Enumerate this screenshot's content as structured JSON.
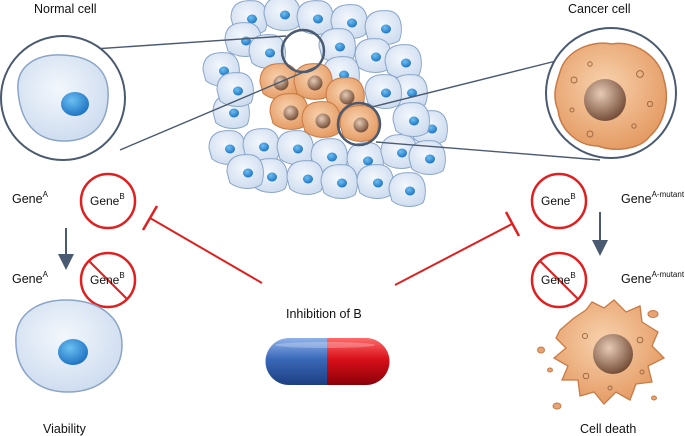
{
  "labels": {
    "normal_cell": "Normal cell",
    "cancer_cell": "Cancer cell",
    "viability": "Viability",
    "cell_death": "Cell death",
    "inhibition": "Inhibition of B"
  },
  "genes": {
    "gene_word": "Gene",
    "sup_a": "A",
    "sup_b": "B",
    "sup_a_mutant": "A-mutant"
  },
  "colors": {
    "normal_cell_fill": "#dde9f7",
    "normal_cell_stroke": "#8aa5c8",
    "normal_nucleus": "#2f8fd8",
    "cancer_cell_fill": "#f1b584",
    "cancer_cell_stroke": "#c97a45",
    "cancer_nucleus": "#8a5a3c",
    "inhibition_red": "#e02020",
    "pill_blue": "#3a68b8",
    "pill_red": "#d8101a",
    "arrow_gray": "#4a5a70"
  }
}
